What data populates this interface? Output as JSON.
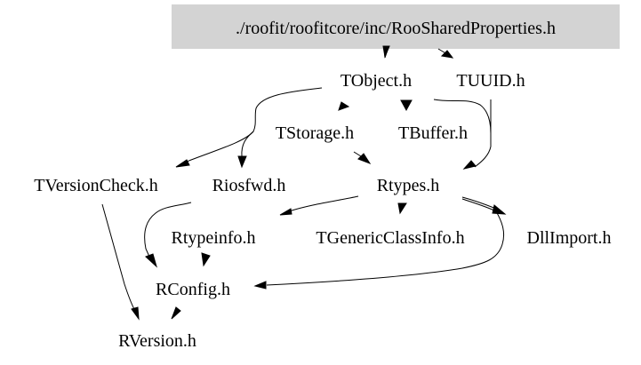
{
  "graph": {
    "type": "include-dependency-graph",
    "root": {
      "id": "root",
      "label": "./roofit/roofitcore/inc/RooSharedProperties.h",
      "fill": "#d3d3d3"
    },
    "nodes": [
      {
        "id": "tobject",
        "label": "TObject.h"
      },
      {
        "id": "tuuid",
        "label": "TUUID.h"
      },
      {
        "id": "tstorage",
        "label": "TStorage.h"
      },
      {
        "id": "tbuffer",
        "label": "TBuffer.h"
      },
      {
        "id": "tversioncheck",
        "label": "TVersionCheck.h"
      },
      {
        "id": "riosfwd",
        "label": "Riosfwd.h"
      },
      {
        "id": "rtypes",
        "label": "Rtypes.h"
      },
      {
        "id": "rtypeinfo",
        "label": "Rtypeinfo.h"
      },
      {
        "id": "tgenericclassinfo",
        "label": "TGenericClassInfo.h"
      },
      {
        "id": "dllimport",
        "label": "DllImport.h"
      },
      {
        "id": "rconfig",
        "label": "RConfig.h"
      },
      {
        "id": "rversion",
        "label": "RVersion.h"
      }
    ],
    "edges": [
      {
        "from": "root",
        "to": "tobject"
      },
      {
        "from": "root",
        "to": "tuuid"
      },
      {
        "from": "tobject",
        "to": "tstorage"
      },
      {
        "from": "tobject",
        "to": "tbuffer"
      },
      {
        "from": "tobject",
        "to": "tversioncheck"
      },
      {
        "from": "tobject",
        "to": "riosfwd"
      },
      {
        "from": "tobject",
        "to": "rtypes"
      },
      {
        "from": "tuuid",
        "to": "rtypes"
      },
      {
        "from": "tstorage",
        "to": "rtypes"
      },
      {
        "from": "rtypes",
        "to": "rtypeinfo"
      },
      {
        "from": "rtypes",
        "to": "tgenericclassinfo"
      },
      {
        "from": "rtypes",
        "to": "dllimport"
      },
      {
        "from": "rtypes",
        "to": "rconfig"
      },
      {
        "from": "riosfwd",
        "to": "rconfig"
      },
      {
        "from": "rtypeinfo",
        "to": "rconfig"
      },
      {
        "from": "tversioncheck",
        "to": "rversion"
      },
      {
        "from": "rconfig",
        "to": "rversion"
      }
    ]
  }
}
